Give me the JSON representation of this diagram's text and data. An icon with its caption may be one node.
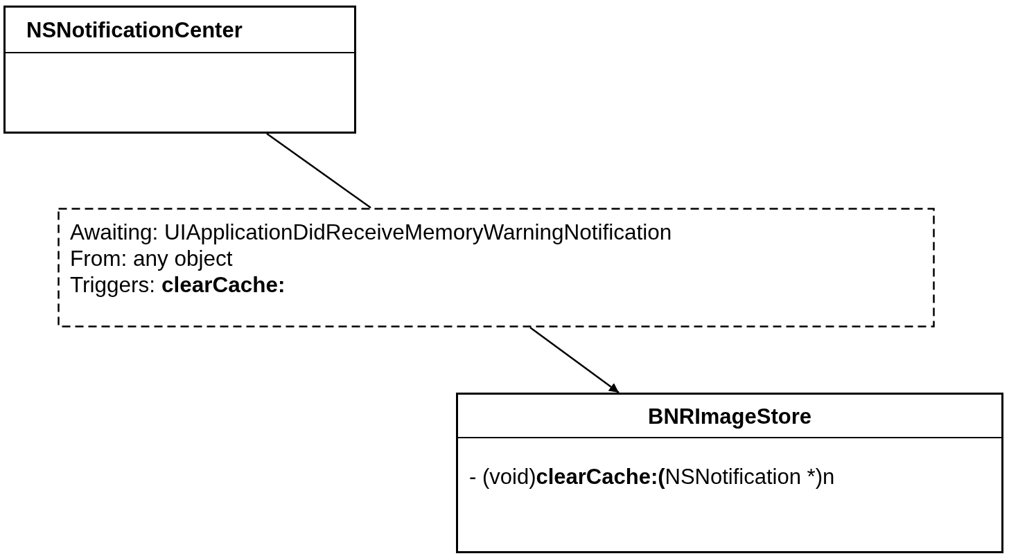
{
  "diagram": {
    "nodes": [
      {
        "text": [
          "NSNotificationCenter"
        ]
      },
      {
        "text": [
          "Awaiting: UIApplicationDidReceiveMemoryWarningNotification",
          "From: any object",
          "Triggers: **clearCache:**"
        ]
      },
      {
        "text": [
          "BNRImageStore",
          "- (void)**clearCache:(**NSNotification *)n"
        ]
      }
    ],
    "edges": [
      {
        "from": 0,
        "to": 1,
        "arrow": "none"
      },
      {
        "from": 1,
        "to": 2,
        "arrow": "to"
      }
    ]
  }
}
